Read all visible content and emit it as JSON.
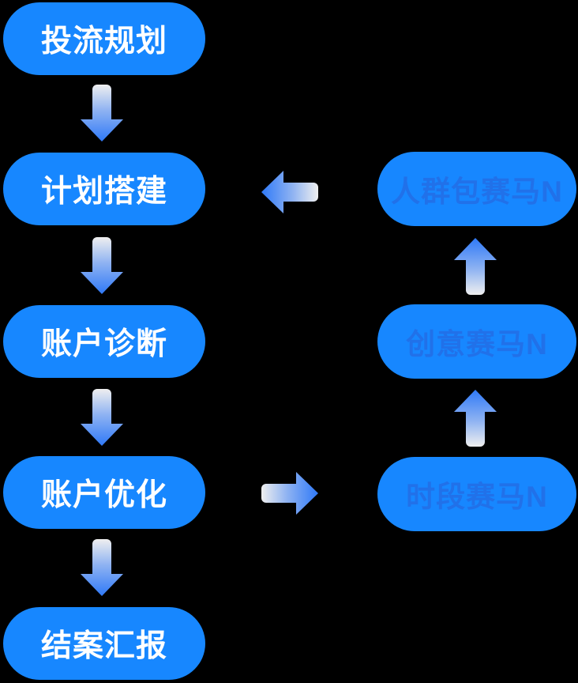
{
  "flow": {
    "left_column": {
      "items": [
        {
          "label": "投流规划"
        },
        {
          "label": "计划搭建"
        },
        {
          "label": "账户诊断"
        },
        {
          "label": "账户优化"
        },
        {
          "label": "结案汇报"
        }
      ]
    },
    "right_column": {
      "items": [
        {
          "label": "人群包赛马N"
        },
        {
          "label": "创意赛马N"
        },
        {
          "label": "时段赛马N"
        }
      ]
    },
    "edges": [
      {
        "from": "投流规划",
        "to": "计划搭建",
        "direction": "down"
      },
      {
        "from": "计划搭建",
        "to": "账户诊断",
        "direction": "down"
      },
      {
        "from": "账户诊断",
        "to": "账户优化",
        "direction": "down"
      },
      {
        "from": "账户优化",
        "to": "结案汇报",
        "direction": "down"
      },
      {
        "from": "账户优化",
        "to": "时段赛马N",
        "direction": "right"
      },
      {
        "from": "时段赛马N",
        "to": "创意赛马N",
        "direction": "up"
      },
      {
        "from": "创意赛马N",
        "to": "人群包赛马N",
        "direction": "up"
      },
      {
        "from": "人群包赛马N",
        "to": "计划搭建",
        "direction": "left"
      }
    ],
    "colors": {
      "background": "#000000",
      "pill": "#1787FF",
      "left_text": "#FFFFFF",
      "right_text": "#2171E9",
      "arrow_tail": "#EFEFEF",
      "arrow_head": "#2F79F7"
    }
  }
}
